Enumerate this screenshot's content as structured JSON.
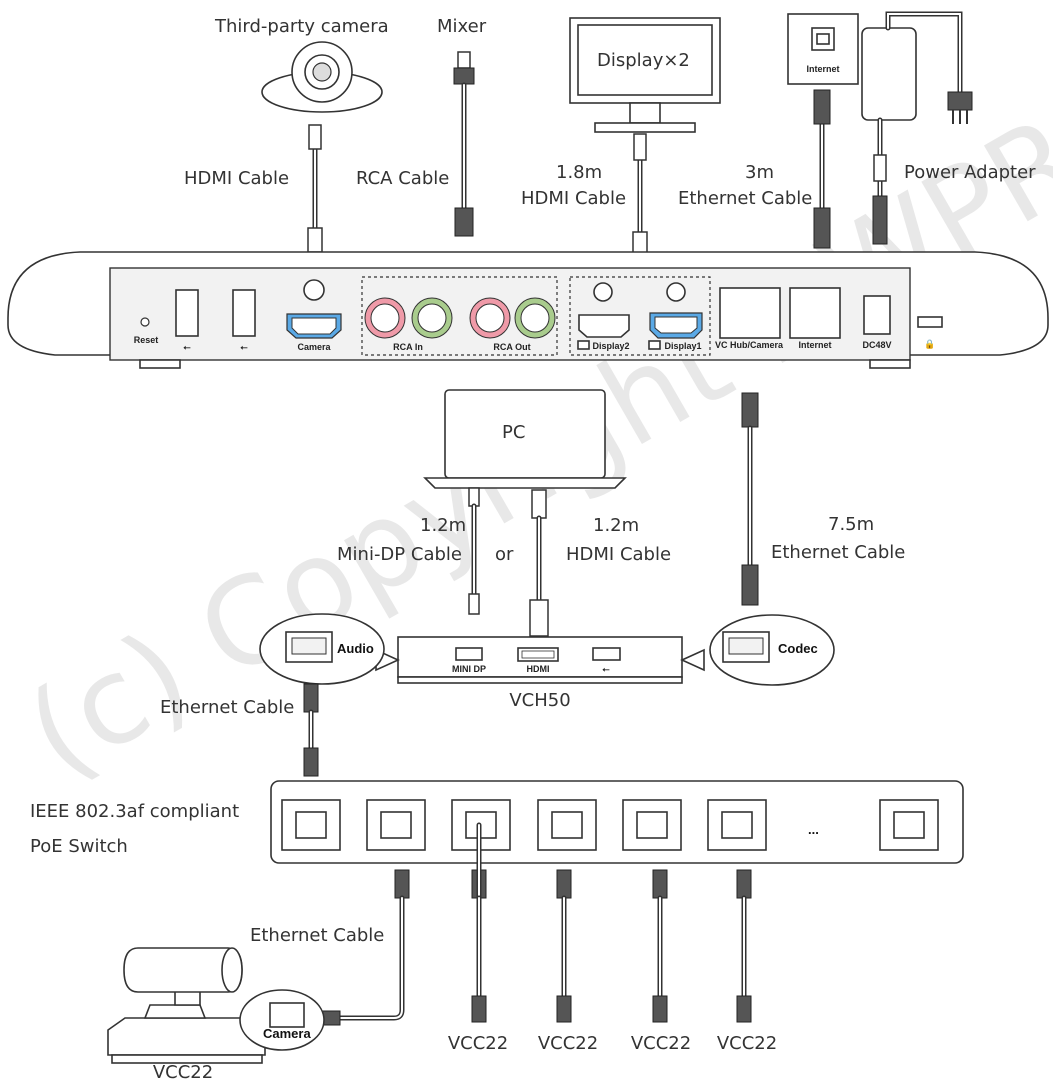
{
  "labels": {
    "third_party_camera": "Third-party camera",
    "mixer": "Mixer",
    "display_x2": "Display×2",
    "internet_jack": "Internet",
    "hdmi_cable": "HDMI Cable",
    "rca_cable": "RCA Cable",
    "hdmi_cable_18_len": "1.8m",
    "hdmi_cable_18": "HDMI Cable",
    "eth_cable_3_len": "3m",
    "eth_cable_3": "Ethernet Cable",
    "power_adapter": "Power Adapter",
    "pc": "PC",
    "minidp_len": "1.2m",
    "minidp_cable": "Mini-DP Cable",
    "or": "or",
    "hdmi_12_len": "1.2m",
    "hdmi_12_cable": "HDMI Cable",
    "eth_75_len": "7.5m",
    "eth_75_cable": "Ethernet Cable",
    "vch50": "VCH50",
    "audio": "Audio",
    "codec": "Codec",
    "ethernet_cable_audio": "Ethernet Cable",
    "switch_line1": "IEEE 802.3af compliant",
    "switch_line2": "PoE Switch",
    "switch_more": "...",
    "ethernet_cable_camera": "Ethernet Cable",
    "camera_callout": "Camera",
    "vcc22_bottom": "VCC22",
    "vcc22_items": [
      "VCC22",
      "VCC22",
      "VCC22",
      "VCC22"
    ],
    "watermark": "(c) Copyright DWPRO"
  },
  "codec_ports": {
    "reset": "Reset",
    "camera": "Camera",
    "rca_in": "RCA In",
    "rca_out": "RCA Out",
    "display2": "Display2",
    "display1": "Display1",
    "vc_hub_camera": "VC Hub/Camera",
    "internet": "Internet",
    "dc48v": "DC48V"
  },
  "hub_ports": {
    "mini_dp": "MINI DP",
    "hdmi": "HDMI"
  },
  "colors": {
    "hdmi_highlight": "#5aa9e6",
    "rca_red": "#ef9aa8",
    "rca_green": "#a9cc8d"
  }
}
